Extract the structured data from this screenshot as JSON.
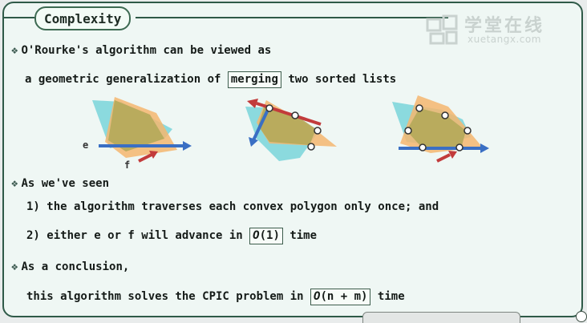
{
  "slide": {
    "title": "Complexity",
    "watermark": {
      "cn": "学堂在线",
      "en": "xuetangx.com"
    },
    "bullets": {
      "b1": {
        "line1": "O'Rourke's algorithm can be viewed as",
        "line2_pre": "a geometric generalization of",
        "line2_boxed": "merging",
        "line2_post": "two sorted lists"
      },
      "b2": {
        "head": "As we've seen",
        "item1": "1) the algorithm traverses each convex polygon only once; and",
        "item2_pre": "2) either e or f will advance in",
        "item2_boxed_o": "O",
        "item2_boxed_rest": "(1)",
        "item2_post": "time"
      },
      "b3": {
        "head": "As a conclusion,",
        "line_pre": "this algorithm solves the CPIC problem in",
        "line_boxed_o": "O",
        "line_boxed_rest": "(n + m)",
        "line_post": "time"
      }
    },
    "diagram_labels": {
      "e": "e",
      "f": "f"
    },
    "colors": {
      "border": "#2f5a48",
      "cyan_polygon": "#7fd6dc",
      "orange_polygon": "#f4b66e",
      "overlap": "#b4a85a",
      "blue_arrow": "#3a6fc4",
      "red_arrow": "#c23b3b"
    }
  }
}
